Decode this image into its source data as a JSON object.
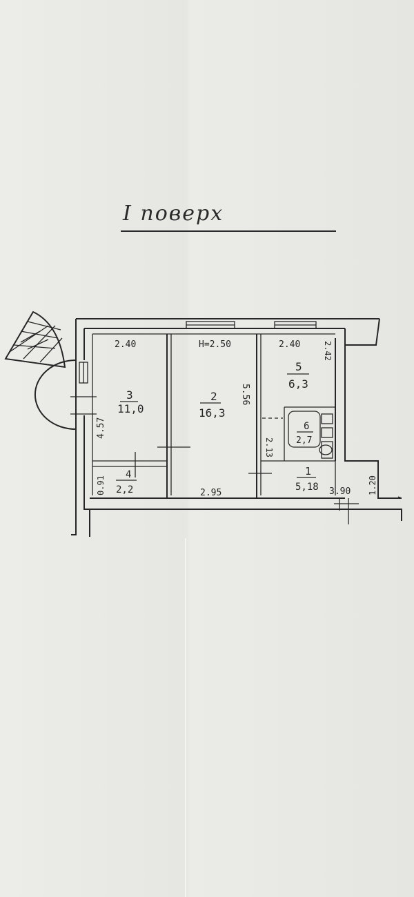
{
  "title": "I поверх",
  "rooms": [
    {
      "no": "1",
      "area": "5,18"
    },
    {
      "no": "2",
      "area": "16,3"
    },
    {
      "no": "3",
      "area": "11,0"
    },
    {
      "no": "4",
      "area": "2,2"
    },
    {
      "no": "5",
      "area": "6,3"
    },
    {
      "no": "6",
      "area": "2,7"
    }
  ],
  "dimensions": {
    "room3_width": "2.40",
    "room3_length": "4.57",
    "room2_height_label": "H=2.50",
    "room2_length": "5.56",
    "room2_width": "2.95",
    "room5_width": "2.40",
    "room5_depth": "2.42",
    "corridor_length": "3.90",
    "corridor_end": "1.20",
    "room4_depth": "0.91",
    "bath_length": "2.13"
  }
}
